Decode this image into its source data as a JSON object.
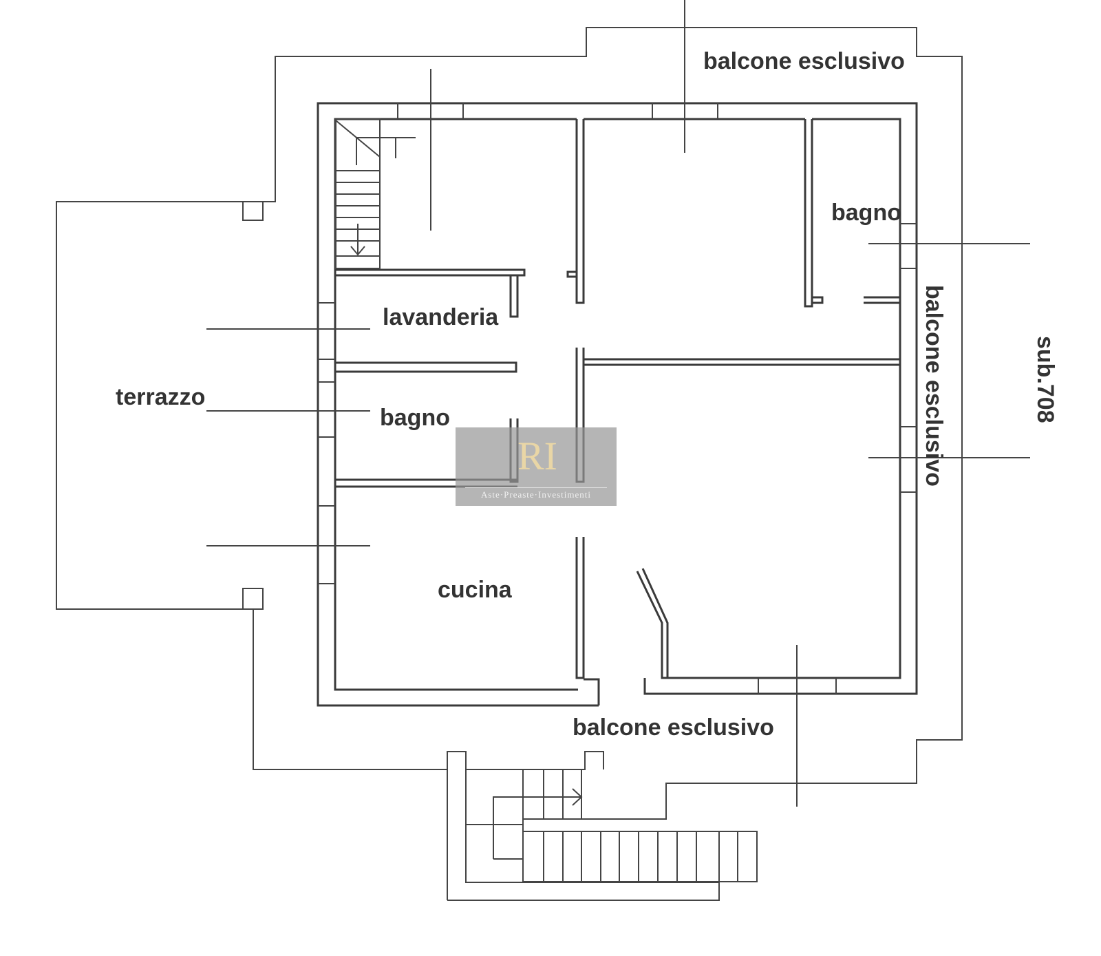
{
  "labels": {
    "balcone_top": "balcone esclusivo",
    "balcone_right": "balcone esclusivo",
    "balcone_bottom": "balcone esclusivo",
    "bagno_top": "bagno",
    "bagno_left": "bagno",
    "lavanderia": "lavanderia",
    "terrazzo": "terrazzo",
    "cucina": "cucina",
    "sub": "sub.708"
  },
  "watermark": {
    "logo": "RI",
    "tagline": "Aste·Preaste·Investimenti"
  }
}
